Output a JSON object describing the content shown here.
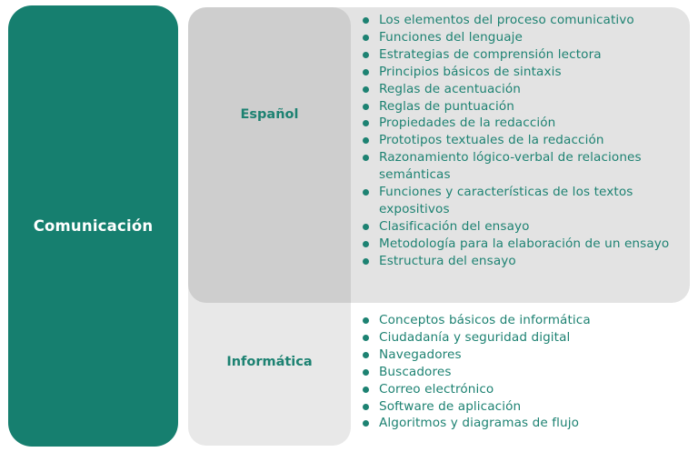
{
  "diagram": {
    "main_category": {
      "label": "Comunicación",
      "color": "#167f6f"
    },
    "subcategories": [
      {
        "label": "Español",
        "topics": [
          "Los elementos del proceso comunicativo",
          "Funciones del lenguaje",
          "Estrategias de comprensión lectora",
          "Principios básicos de sintaxis",
          "Reglas de acentuación",
          "Reglas de puntuación",
          "Propiedades de la redacción",
          "Prototipos textuales de la redacción",
          "Razonamiento lógico-verbal de relaciones semánticas",
          "Funciones y características de los textos expositivos",
          "Clasificación del ensayo",
          "Metodología para la elaboración de un ensayo",
          "Estructura del ensayo"
        ]
      },
      {
        "label": "Informática",
        "topics": [
          "Conceptos básicos de informática",
          "Ciudadanía y seguridad digital",
          "Navegadores",
          "Buscadores",
          "Correo electrónico",
          "Software de aplicación",
          "Algoritmos y diagramas de flujo"
        ]
      }
    ],
    "colors": {
      "accent": "#167f6f",
      "text_accent": "#1d8272",
      "panel_light": "#e8e8e8",
      "panel_row": "#e3e3e3",
      "panel_overlap": "#d6d6d6"
    }
  }
}
